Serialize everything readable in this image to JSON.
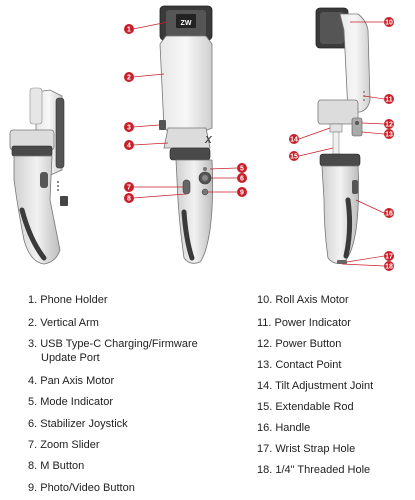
{
  "colors": {
    "callout": "#c8202a",
    "device_dark": "#4a4a4a",
    "device_mid": "#8a8a8a",
    "device_light": "#d9d9d9",
    "text": "#222222"
  },
  "callouts": [
    "1",
    "2",
    "3",
    "4",
    "5",
    "6",
    "7",
    "8",
    "9",
    "10",
    "11",
    "12",
    "13",
    "14",
    "15",
    "16",
    "17",
    "18"
  ],
  "brand_mark": "X",
  "legend": {
    "left": [
      "1. Phone Holder",
      "2. Vertical Arm",
      "3. USB Type-C Charging/Firmware",
      "Update Port",
      "4. Pan Axis Motor",
      "5. Mode Indicator",
      "6. Stabilizer Joystick",
      "7. Zoom Slider",
      "8. M Button",
      "9. Photo/Video Button"
    ],
    "right": [
      "10. Roll Axis Motor",
      "11. Power Indicator",
      "12. Power Button",
      "13. Contact Point",
      "14. Tilt Adjustment Joint",
      "15. Extendable Rod",
      "16. Handle",
      "17. Wrist Strap Hole",
      "18. 1/4\" Threaded Hole"
    ]
  }
}
